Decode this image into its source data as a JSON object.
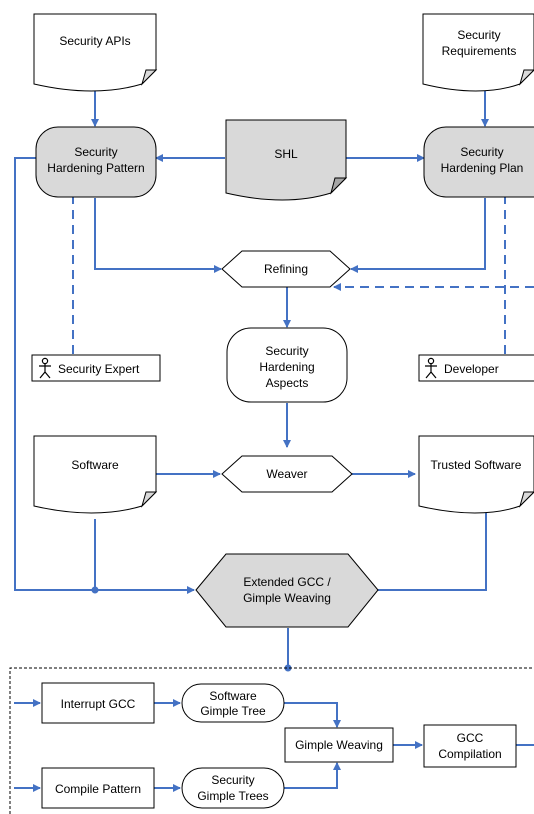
{
  "nodes": {
    "security_apis": "Security APIs",
    "security_requirements_line1": "Security",
    "security_requirements_line2": "Requirements",
    "security_hardening_pattern_line1": "Security",
    "security_hardening_pattern_line2": "Hardening Pattern",
    "shl": "SHL",
    "security_hardening_plan_line1": "Security",
    "security_hardening_plan_line2": "Hardening Plan",
    "refining": "Refining",
    "security_expert": "Security Expert",
    "aspects_line1": "Security",
    "aspects_line2": "Hardening",
    "aspects_line3": "Aspects",
    "developer": "Developer",
    "software": "Software",
    "weaver": "Weaver",
    "trusted_software": "Trusted Software",
    "extended_gcc_line1": "Extended GCC /",
    "extended_gcc_line2": "Gimple Weaving",
    "interrupt_gcc": "Interrupt GCC",
    "software_gimple_tree_line1": "Software",
    "software_gimple_tree_line2": "Gimple Tree",
    "gimple_weaving": "Gimple Weaving",
    "gcc_compilation_line1": "GCC",
    "gcc_compilation_line2": "Compilation",
    "compile_pattern": "Compile Pattern",
    "security_gimple_trees_line1": "Security",
    "security_gimple_trees_line2": "Gimple Trees"
  },
  "colors": {
    "arrow": "#4472c4",
    "shade": "#d9d9d9",
    "stroke": "#000000"
  }
}
